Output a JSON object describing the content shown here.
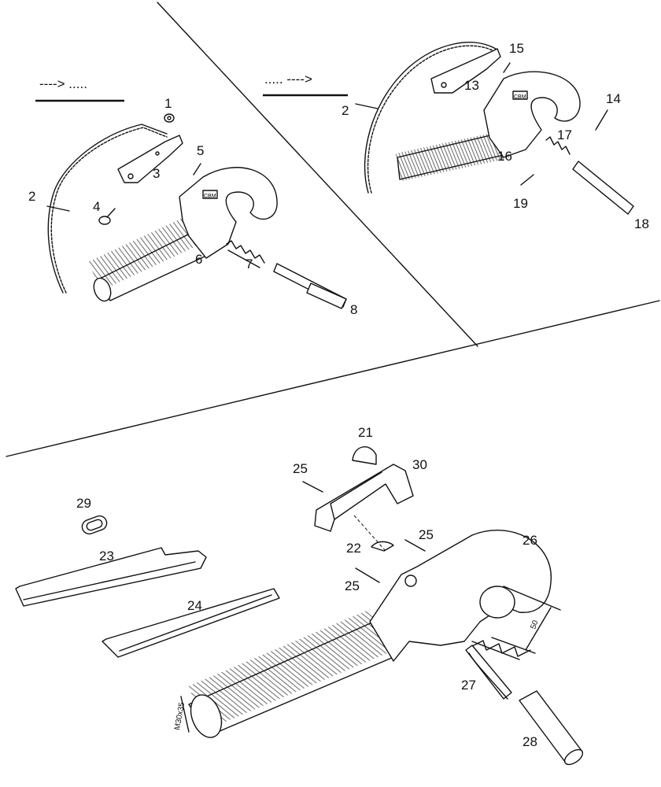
{
  "legend_variant_a": "----> .....",
  "legend_variant_b": "..... ---->",
  "dimension_label": "50",
  "thread_label": "M30x35",
  "callouts": {
    "p1": "1",
    "p2a": "2",
    "p2b": "2",
    "p3": "3",
    "p4": "4",
    "p5": "5",
    "p6": "6",
    "p7": "7",
    "p8": "8",
    "p13": "13",
    "p14": "14",
    "p15": "15",
    "p16": "16",
    "p17": "17",
    "p18": "18",
    "p19": "19",
    "p21": "21",
    "p22": "22",
    "p23": "23",
    "p24": "24",
    "p25a": "25",
    "p25b": "25",
    "p25c": "25",
    "p26": "26",
    "p27": "27",
    "p28": "28",
    "p29": "29",
    "p30": "30"
  }
}
